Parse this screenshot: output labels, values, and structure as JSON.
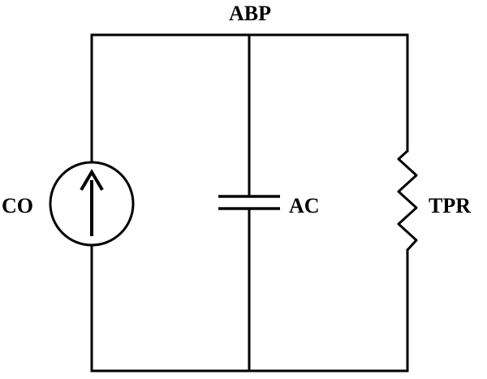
{
  "diagram": {
    "top_node_label": "ABP",
    "source_label": "CO",
    "capacitor_label": "AC",
    "resistor_label": "TPR",
    "source_direction": "up"
  }
}
